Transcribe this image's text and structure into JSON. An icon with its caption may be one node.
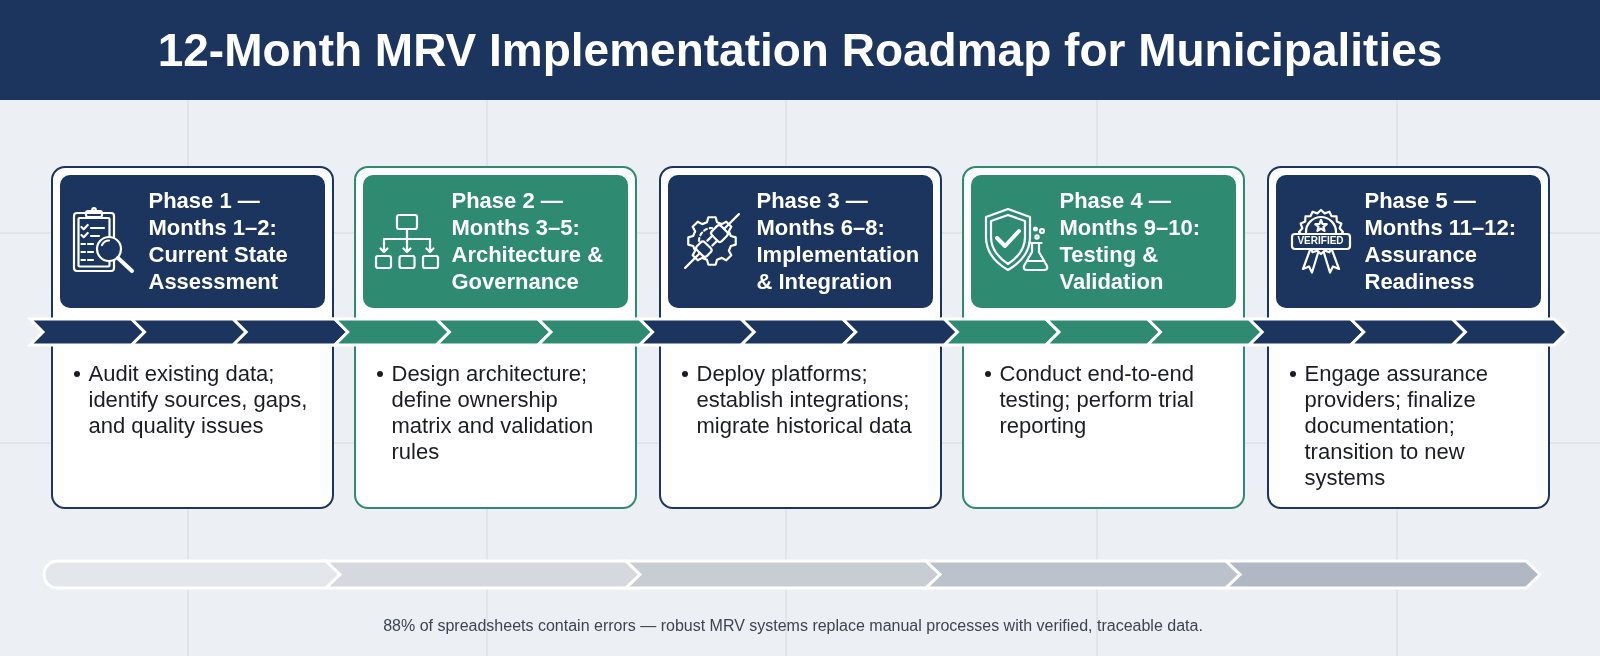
{
  "diagram": {
    "title": "12-Month MRV Implementation Roadmap for Municipalities",
    "caption": "88% of spreadsheets contain errors — robust MRV systems replace manual processes with verified, traceable data.",
    "nodes": [
      {
        "text": [
          "Audit existing data; identify sources, gaps, and quality issues"
        ]
      },
      {
        "text": [
          "Phase 1 — Months 1–2: Current State Assessment"
        ],
        "in": 0
      },
      {
        "text": [
          "Design architecture; define ownership matrix and validation rules"
        ]
      },
      {
        "text": [
          "Phase 2 — Months 3–5: Architecture & Governance"
        ],
        "in": 2
      },
      {
        "text": [
          "Deploy platforms; establish integrations; migrate historical data"
        ]
      },
      {
        "text": [
          "Phase 3 — Months 6–8: Implementation & Integration"
        ],
        "in": 4
      },
      {
        "text": [
          "Conduct end-to-end testing; perform trial reporting"
        ]
      },
      {
        "text": [
          "Phase 4 — Months 9–10: Testing & Validation"
        ],
        "in": 6
      },
      {
        "text": [
          "Engage assurance providers; finalize documentation; transition to new systems"
        ]
      },
      {
        "text": [
          "Phase 5 — Months 11–12: Assurance Readiness"
        ],
        "in": 8
      }
    ],
    "labels": [
      "VERIFIED"
    ]
  }
}
